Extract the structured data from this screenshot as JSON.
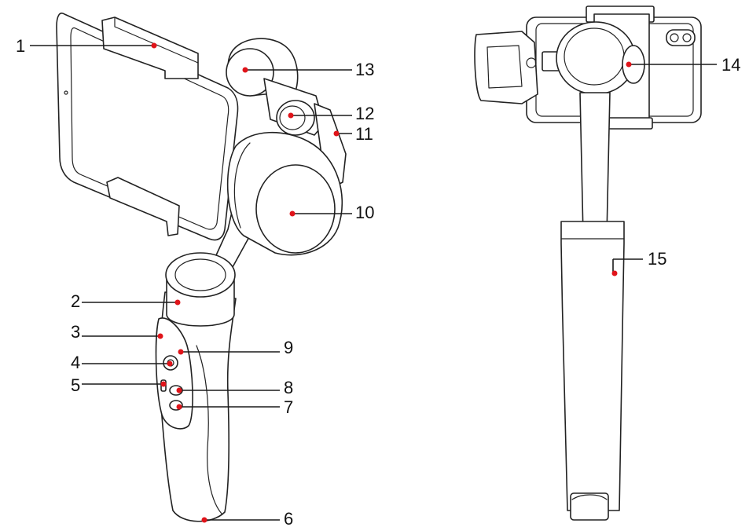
{
  "callouts": [
    {
      "id": "c1",
      "number": "1"
    },
    {
      "id": "c2",
      "number": "2"
    },
    {
      "id": "c3",
      "number": "3"
    },
    {
      "id": "c4",
      "number": "4"
    },
    {
      "id": "c5",
      "number": "5"
    },
    {
      "id": "c6",
      "number": "6"
    },
    {
      "id": "c7",
      "number": "7"
    },
    {
      "id": "c8",
      "number": "8"
    },
    {
      "id": "c9",
      "number": "9"
    },
    {
      "id": "c10",
      "number": "10"
    },
    {
      "id": "c11",
      "number": "11"
    },
    {
      "id": "c12",
      "number": "12"
    },
    {
      "id": "c13",
      "number": "13"
    },
    {
      "id": "c14",
      "number": "14"
    },
    {
      "id": "c15",
      "number": "15"
    }
  ],
  "colors": {
    "leader_dot": "#e0141a",
    "line": "#222222",
    "background": "#ffffff"
  }
}
